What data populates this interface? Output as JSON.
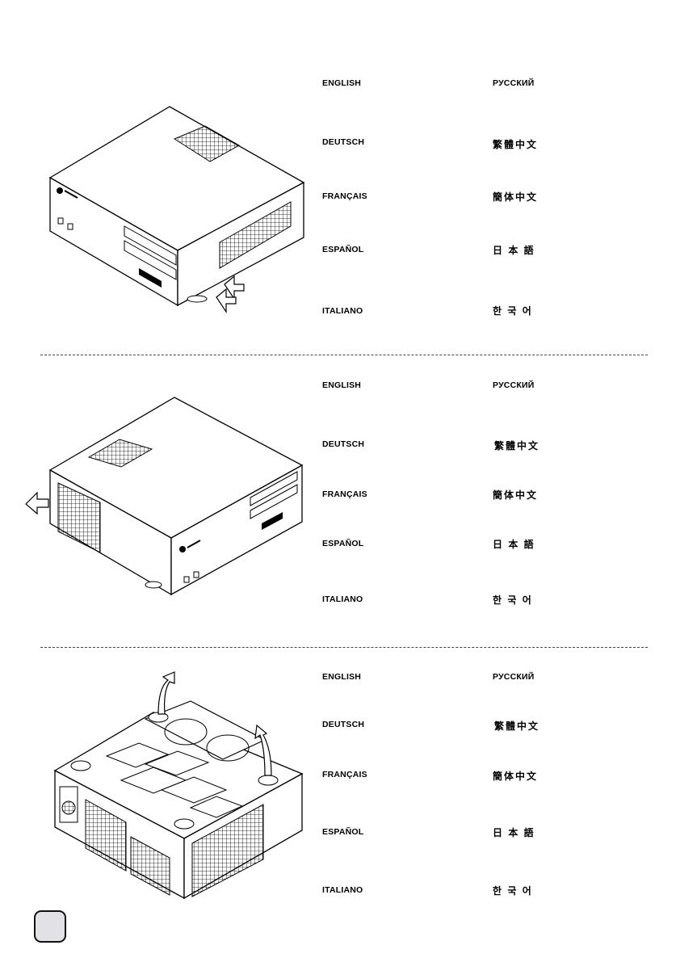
{
  "colors": {
    "ink": "#000000",
    "tab_fill": "#e2e2e6",
    "divider": "#444444"
  },
  "sections": [
    {
      "illustration": "pc-case-front-side-panel-remove",
      "left_column": [
        "ENGLISH",
        "DEUTSCH",
        "FRANÇAIS",
        "ESPAÑOL",
        "ITALIANO"
      ],
      "right_column": [
        "РУССКИЙ",
        "繁體中文",
        "簡体中文",
        "日 本 語",
        "한 국 어"
      ]
    },
    {
      "illustration": "pc-case-rear-side-panel-remove",
      "left_column": [
        "ENGLISH",
        "DEUTSCH",
        "FRANÇAIS",
        "ESPAÑOL",
        "ITALIANO"
      ],
      "right_column": [
        "РУССКИЙ",
        "繁體中文",
        "簡体中文",
        "日 本 語",
        "한 국 어"
      ]
    },
    {
      "illustration": "pc-case-bottom-fan-filter-remove",
      "left_column": [
        "ENGLISH",
        "DEUTSCH",
        "FRANÇAIS",
        "ESPAÑOL",
        "ITALIANO"
      ],
      "right_column": [
        "РУССКИЙ",
        "繁體中文",
        "簡体中文",
        "日 本 語",
        "한 국 어"
      ]
    }
  ]
}
